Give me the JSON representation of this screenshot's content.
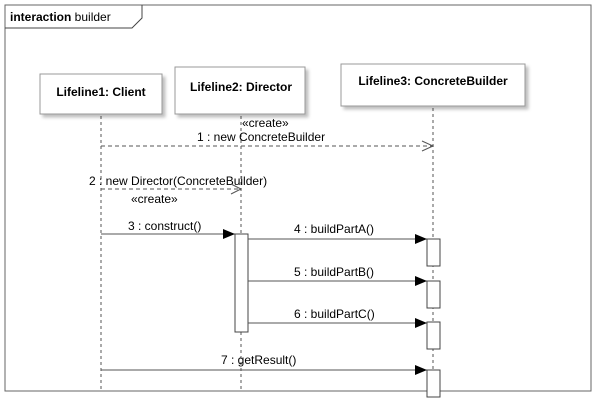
{
  "frame": {
    "keyword": "interaction",
    "name": " builder"
  },
  "lifelines": [
    {
      "name": "Lifeline1: Client"
    },
    {
      "name": "Lifeline2: Director"
    },
    {
      "name": "Lifeline3: ConcreteBuilder"
    }
  ],
  "messages": [
    {
      "label": "1 : new ConcreteBuilder",
      "stereotype": "«create»"
    },
    {
      "label": "2 : new Director(ConcreteBuilder)",
      "stereotype": "«create»"
    },
    {
      "label": "3 : construct()"
    },
    {
      "label": "4 : buildPartA()"
    },
    {
      "label": "5 : buildPartB()"
    },
    {
      "label": "6 : buildPartC()"
    },
    {
      "label": "7 : getResult()"
    }
  ]
}
